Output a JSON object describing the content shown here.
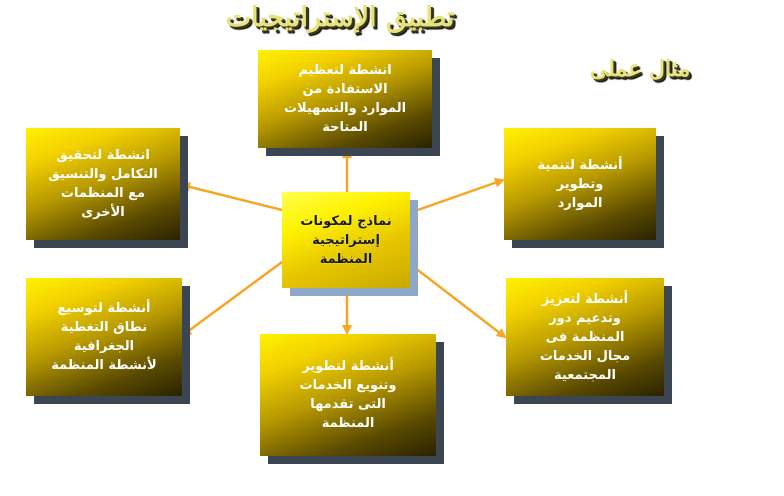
{
  "title": "تطبيق الإستراتيجيات",
  "subtitle": "مثال عملى",
  "center": "نماذج لمكونات\nإستراتيجية\nالمنظمة",
  "boxes": {
    "top": "انشطة لتعظيم\nالاستفادة من\nالموارد والتسهيلات\nالمتاحة",
    "upper_left": "انشطة لتحقيق\nالتكامل والتنسيق\nمع المنظمات\nالأخرى",
    "upper_right": "أنشطة لتنمية\nوتطوير\nالموارد",
    "lower_left": "أنشطة لتوسيع\nنطاق التغطية\nالجغرافية\nلأنشطة المنظمة",
    "bottom": "أنشطة لتطوير\nوتنويع الخدمات\nالتى تقدمها\nالمنظمة",
    "lower_right": "أنشطة لتعزيز\nوتدعيم دور\nالمنظمة فى\nمجال الخدمات\nالمجتمعية"
  },
  "colors": {
    "arrow": "#f5a623",
    "box_gold": "#f2d000",
    "box_dark": "#2a2200",
    "shadow": "#3c4652",
    "center_shadow": "#8fa8c8",
    "title": "#e8e27a"
  }
}
